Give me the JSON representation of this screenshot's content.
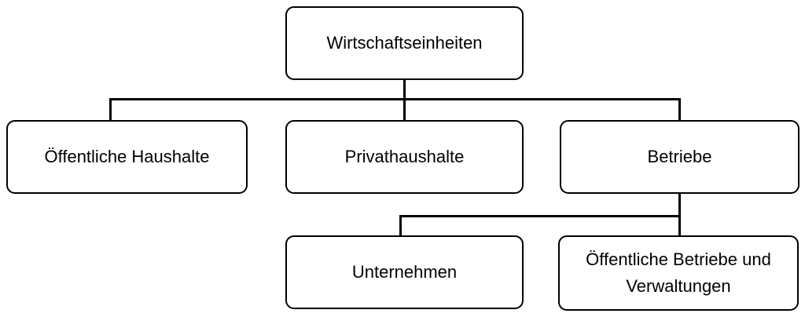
{
  "diagram": {
    "nodes": {
      "root": {
        "label": "Wirtschaftseinheiten"
      },
      "oeff_haushalte": {
        "label": "Öffentliche Haushalte"
      },
      "privathaushalte": {
        "label": "Privathaushalte"
      },
      "betriebe": {
        "label": "Betriebe"
      },
      "unternehmen": {
        "label": "Unternehmen"
      },
      "oeff_betriebe": {
        "label": "Öffentliche Betriebe und Verwaltungen"
      }
    },
    "edges": [
      {
        "from": "root",
        "to": "oeff_haushalte"
      },
      {
        "from": "root",
        "to": "privathaushalte"
      },
      {
        "from": "root",
        "to": "betriebe"
      },
      {
        "from": "betriebe",
        "to": "unternehmen"
      },
      {
        "from": "betriebe",
        "to": "oeff_betriebe"
      }
    ],
    "colors": {
      "line": "#000000",
      "node_background": "#ffffff",
      "text": "#000000",
      "canvas_background": "#ffffff"
    }
  }
}
